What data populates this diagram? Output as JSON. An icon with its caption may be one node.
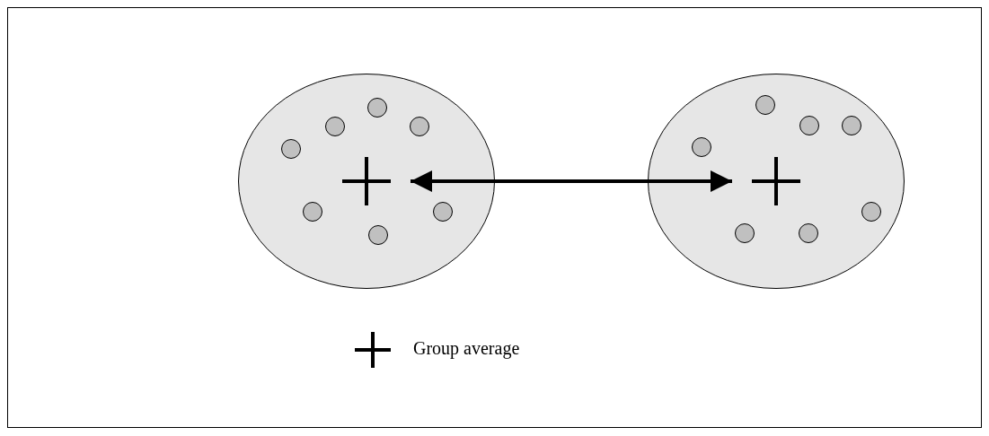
{
  "diagram": {
    "nodes": [
      {
        "text": [],
        "shape": "circle"
      },
      {
        "text": [],
        "shape": "cross",
        "in": 0
      },
      {
        "text": [],
        "shape": "circle"
      },
      {
        "text": [],
        "shape": "cross",
        "in": 2
      }
    ],
    "edges": [
      {
        "from": 1,
        "to": 3,
        "arrow": "both"
      }
    ],
    "legend": [
      {
        "text": "Group average"
      }
    ]
  }
}
